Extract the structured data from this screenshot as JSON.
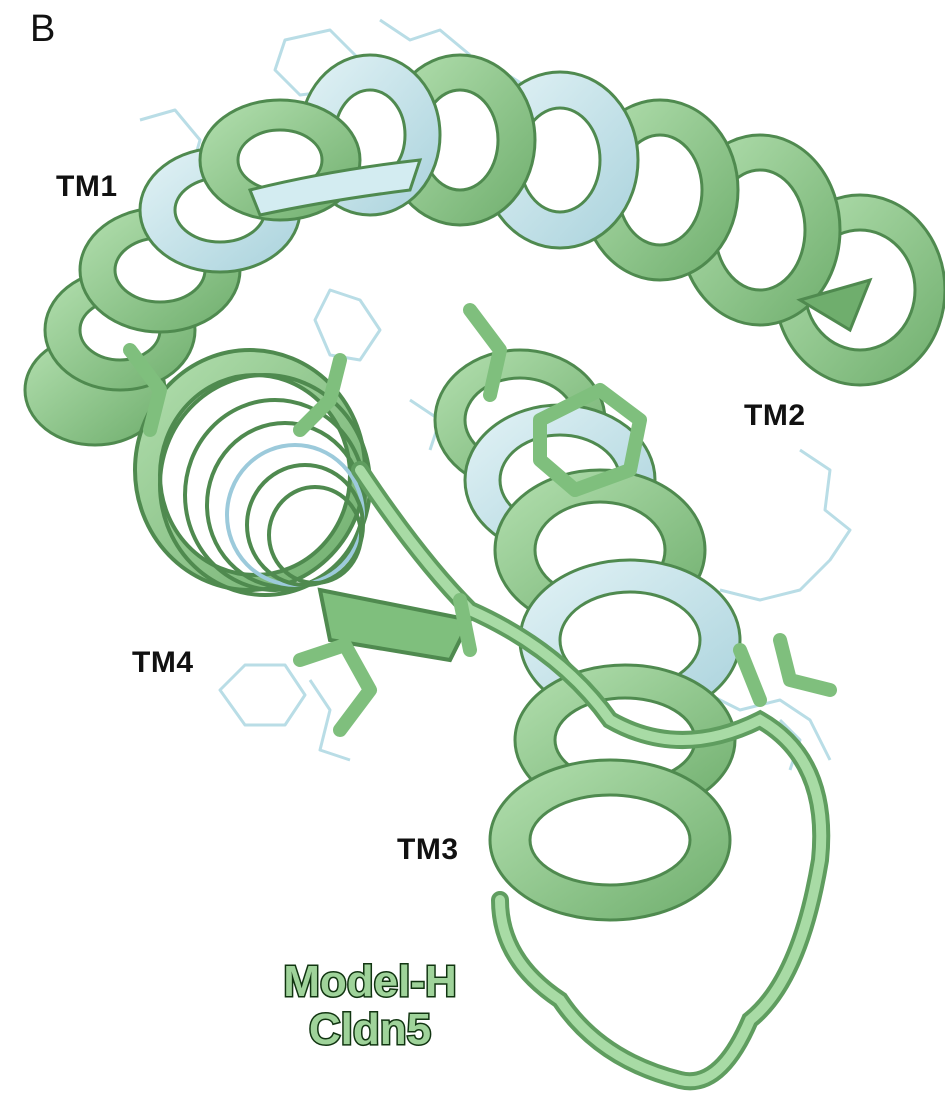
{
  "panel_label": "B",
  "helix_labels": {
    "tm1": "TM1",
    "tm2": "TM2",
    "tm3": "TM3",
    "tm4": "TM4"
  },
  "legend": {
    "line1": "Model-H",
    "line2": "Cldn5"
  },
  "colors": {
    "model_h_ribbon": "#8fcf8c",
    "model_h_dark": "#5c9a5c",
    "overlay_ribbon": "#c8e6ec",
    "overlay_sticks": "#b9dde6",
    "legend_outline": "#123612"
  }
}
